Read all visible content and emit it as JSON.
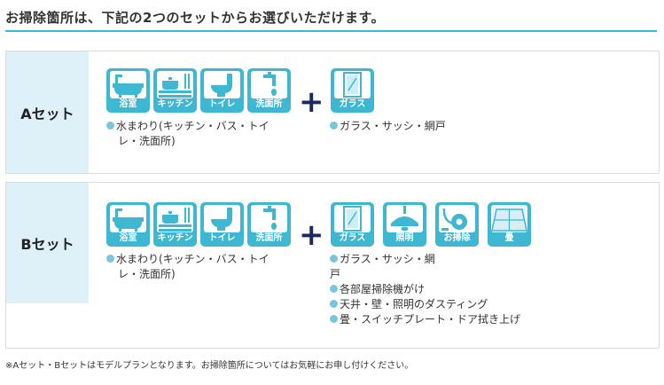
{
  "heading": "お掃除箇所は、下記の2つのセットからお選びいただけます。",
  "colors": {
    "accent": "#35bcd6",
    "icon_bg": "#3eb7d2",
    "label_bg": "#dff1f8",
    "plus": "#1a2a5a",
    "bullet": "#7cc4dc"
  },
  "set_a": {
    "label": "Aセット",
    "water_icons": [
      {
        "name": "bath-icon",
        "caption": "浴室"
      },
      {
        "name": "kitchen-icon",
        "caption": "キッチン"
      },
      {
        "name": "toilet-icon",
        "caption": "トイレ"
      },
      {
        "name": "washbasin-icon",
        "caption": "洗面所"
      }
    ],
    "water_desc_line1": "水まわり(キッチン・バス・トイ",
    "water_desc_line2": "レ・洗面所)",
    "plus": "+",
    "extra_icons": [
      {
        "name": "glass-icon",
        "caption": "ガラス"
      }
    ],
    "extra_desc": [
      "ガラス・サッシ・網戸"
    ]
  },
  "set_b": {
    "label": "Bセット",
    "water_icons": [
      {
        "name": "bath-icon",
        "caption": "浴室"
      },
      {
        "name": "kitchen-icon",
        "caption": "キッチン"
      },
      {
        "name": "toilet-icon",
        "caption": "トイレ"
      },
      {
        "name": "washbasin-icon",
        "caption": "洗面所"
      }
    ],
    "water_desc_line1": "水まわり(キッチン・バス・トイ",
    "water_desc_line2": "レ・洗面所)",
    "plus": "+",
    "extra_icons": [
      {
        "name": "glass-icon",
        "caption": "ガラス"
      },
      {
        "name": "lighting-icon",
        "caption": "照明"
      },
      {
        "name": "vacuum-icon",
        "caption": "お掃除"
      },
      {
        "name": "tatami-icon",
        "caption": "畳"
      }
    ],
    "extra_desc_first_line1": "ガラス・サッシ・網",
    "extra_desc_first_line2": "戸",
    "extra_desc": [
      "各部屋掃除機がけ",
      "天井・壁・照明のダスティング",
      "畳・スイッチプレート・ドア拭き上げ"
    ]
  },
  "note": "※Aセット・Bセットはモデルプランとなります。お掃除箇所についてはお気軽にお申し付けください。"
}
